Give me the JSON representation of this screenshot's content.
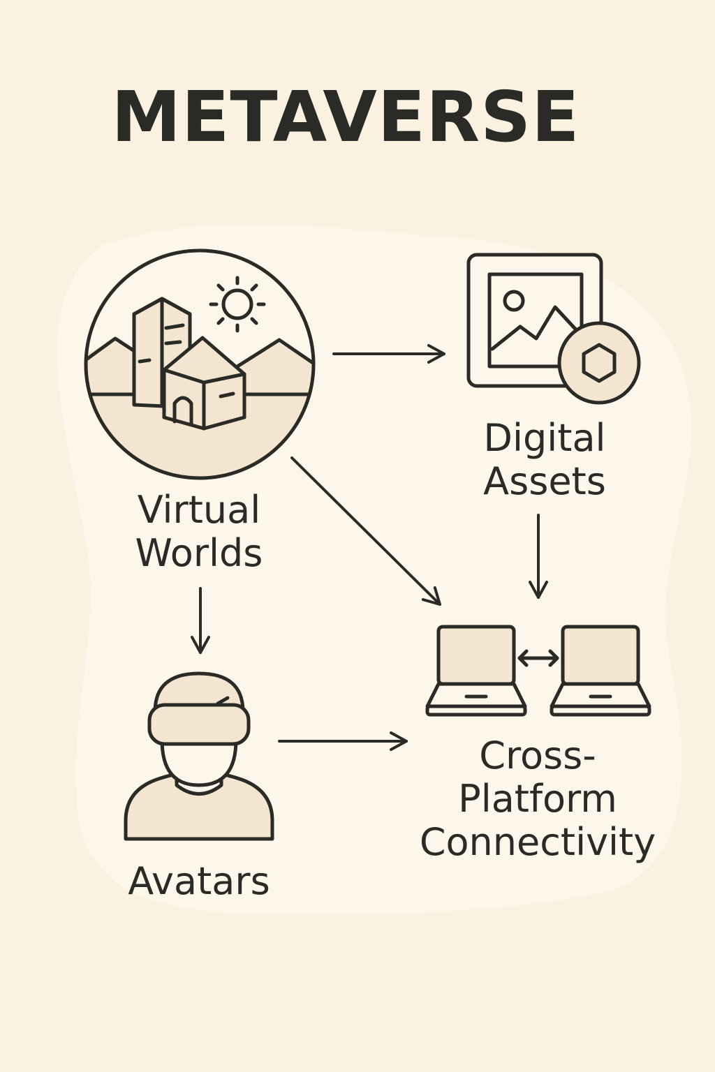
{
  "title": "METAVERSE",
  "nodes": {
    "virtual_worlds": {
      "label": "Virtual\nWorlds",
      "icon": "virtual-world-globe-icon"
    },
    "digital_assets": {
      "label": "Digital\nAssets",
      "icon": "digital-asset-frame-icon"
    },
    "avatars": {
      "label": "Avatars",
      "icon": "vr-headset-avatar-icon"
    },
    "cross_platform": {
      "label": "Cross-\nPlatform\nConnectivity",
      "icon": "connected-laptops-icon"
    }
  },
  "edges": [
    {
      "from": "virtual_worlds",
      "to": "digital_assets"
    },
    {
      "from": "virtual_worlds",
      "to": "cross_platform"
    },
    {
      "from": "virtual_worlds",
      "to": "avatars"
    },
    {
      "from": "digital_assets",
      "to": "cross_platform"
    },
    {
      "from": "avatars",
      "to": "cross_platform"
    }
  ],
  "colors": {
    "background": "#fbf1e0",
    "panel": "#fdf6ea",
    "stroke": "#2a2a26",
    "fill": "#f3e5cf"
  }
}
